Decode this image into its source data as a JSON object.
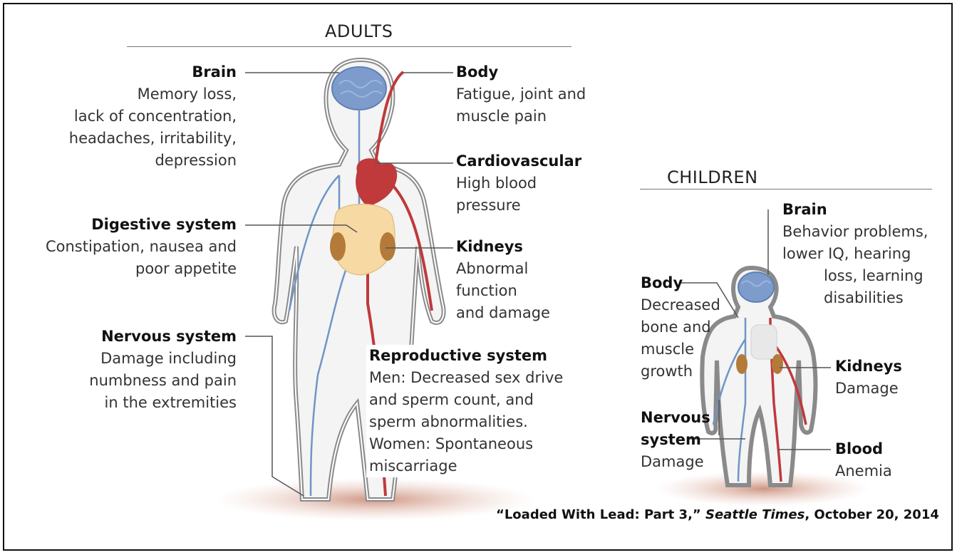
{
  "adults": {
    "title": "ADULTS",
    "brain": {
      "head": "Brain",
      "lines": [
        "Memory loss,",
        "lack of concentration,",
        "headaches, irritability,",
        "depression"
      ]
    },
    "body": {
      "head": "Body",
      "lines": [
        "Fatigue, joint and",
        "muscle pain"
      ]
    },
    "cardiovascular": {
      "head": "Cardiovascular",
      "lines": [
        "High blood",
        "pressure"
      ]
    },
    "digestive": {
      "head": "Digestive system",
      "lines": [
        "Constipation, nausea and",
        "poor appetite"
      ]
    },
    "kidneys": {
      "head": "Kidneys",
      "lines": [
        "Abnormal",
        "function",
        "and damage"
      ]
    },
    "nervous": {
      "head": "Nervous system",
      "lines": [
        "Damage including",
        "numbness and pain",
        "in the extremities"
      ]
    },
    "reproductive": {
      "head": "Reproductive system",
      "lines": [
        "Men: Decreased sex drive",
        "and sperm count, and",
        "sperm abnormalities."
      ],
      "women_lines": [
        "Women: Spontaneous",
        "miscarriage"
      ]
    }
  },
  "children": {
    "title": "CHILDREN",
    "brain": {
      "head": "Brain",
      "lines": [
        "Behavior problems,",
        "lower IQ, hearing",
        "loss, learning",
        "disabilities"
      ]
    },
    "body": {
      "head": "Body",
      "lines": [
        "Decreased",
        "bone and",
        "muscle",
        "growth"
      ]
    },
    "kidneys": {
      "head": "Kidneys",
      "lines": [
        "Damage"
      ]
    },
    "nervous": {
      "head_line1": "Nervous",
      "head_line2": "system",
      "lines": [
        "Damage"
      ]
    },
    "blood": {
      "head": "Blood",
      "lines": [
        "Anemia"
      ]
    }
  },
  "citation": {
    "open": "“Loaded With Lead: Part 3,” ",
    "publication": "Seattle Times",
    "date": ", October 20, 2014"
  },
  "colors": {
    "vein": "#6f95c6",
    "artery": "#c0393b",
    "organ": "#f7d9a4",
    "kidney": "#b47a3a",
    "brain": "#7d9ccc",
    "shadow": "#d8aa98"
  },
  "icons": [
    "adult-figure-illustration",
    "child-figure-illustration"
  ]
}
